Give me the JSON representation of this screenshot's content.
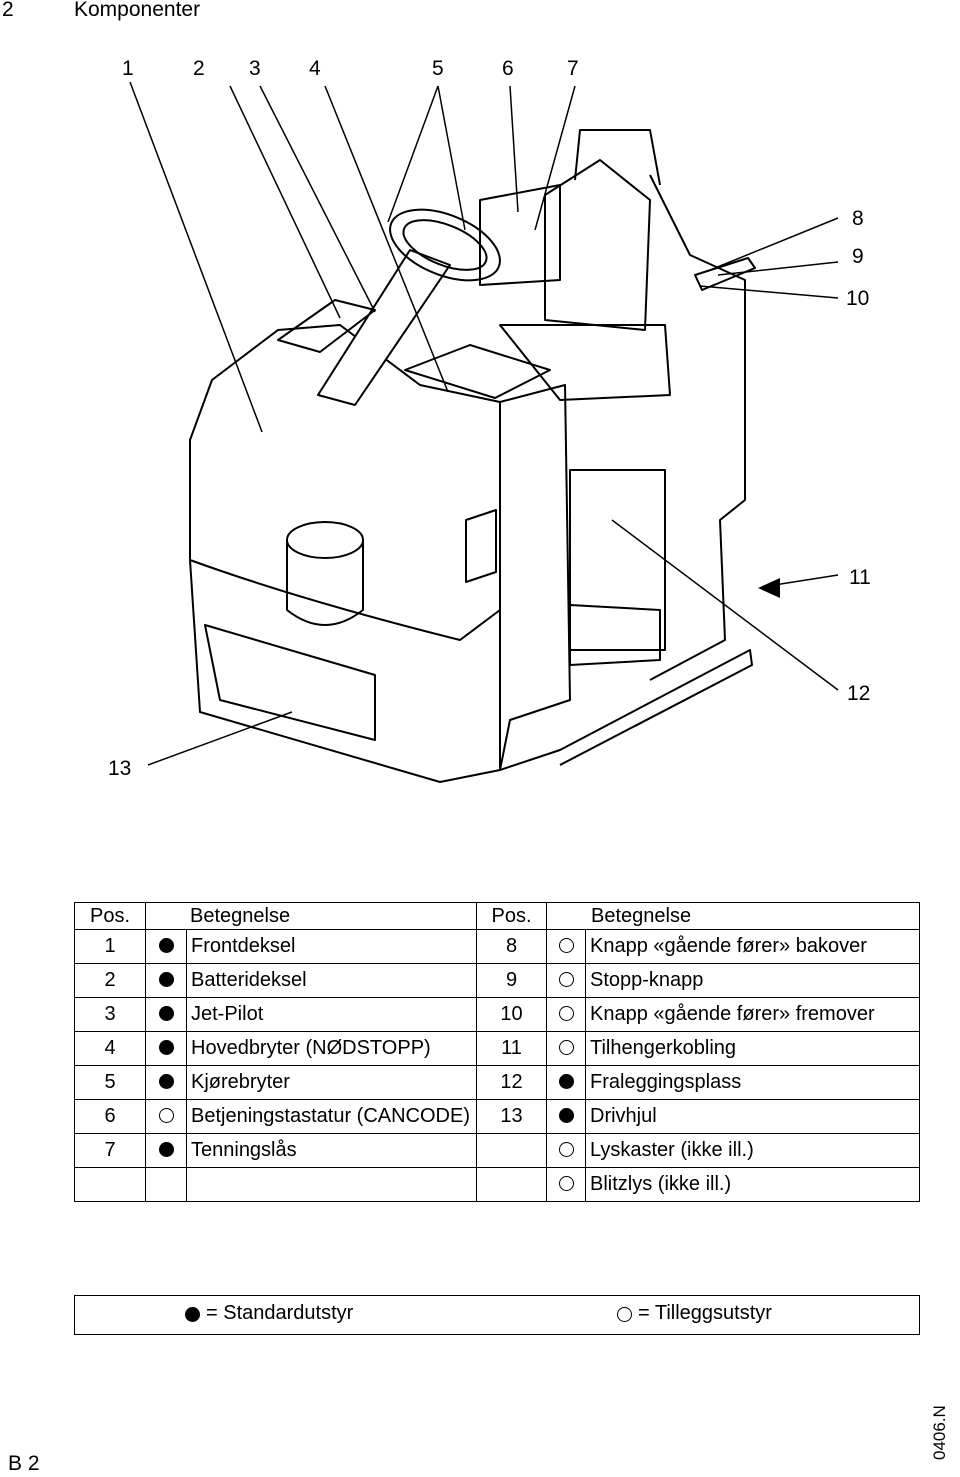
{
  "section": {
    "number": "2",
    "title": "Komponenter"
  },
  "figure": {
    "callouts": {
      "c1": "1",
      "c2": "2",
      "c3": "3",
      "c4": "4",
      "c5": "5",
      "c6": "6",
      "c7": "7",
      "c8": "8",
      "c9": "9",
      "c10": "10",
      "c11": "11",
      "c12": "12",
      "c13": "13"
    }
  },
  "table": {
    "headers": {
      "pos_left": "Pos.",
      "name_left": "Betegnelse",
      "pos_right": "Pos.",
      "name_right": "Betegnelse"
    },
    "rows": [
      {
        "lpos": "1",
        "lmark": "standard",
        "lname": "Frontdeksel",
        "rpos": "8",
        "rmark": "optional",
        "rname": "Knapp «gående fører» bakover"
      },
      {
        "lpos": "2",
        "lmark": "standard",
        "lname": "Batterideksel",
        "rpos": "9",
        "rmark": "optional",
        "rname": "Stopp-knapp"
      },
      {
        "lpos": "3",
        "lmark": "standard",
        "lname": "Jet-Pilot",
        "rpos": "10",
        "rmark": "optional",
        "rname": "Knapp «gående fører» fremover"
      },
      {
        "lpos": "4",
        "lmark": "standard",
        "lname": "Hovedbryter (NØDSTOPP)",
        "rpos": "11",
        "rmark": "optional",
        "rname": "Tilhengerkobling"
      },
      {
        "lpos": "5",
        "lmark": "standard",
        "lname": "Kjørebryter",
        "rpos": "12",
        "rmark": "standard",
        "rname": "Fraleggingsplass"
      },
      {
        "lpos": "6",
        "lmark": "optional",
        "lname": "Betjeningstastatur (CANCODE)",
        "rpos": "13",
        "rmark": "standard",
        "rname": "Drivhjul"
      },
      {
        "lpos": "7",
        "lmark": "standard",
        "lname": "Tenningslås",
        "rpos": "",
        "rmark": "optional",
        "rname": "Lyskaster (ikke ill.)"
      },
      {
        "lpos": "",
        "lmark": "",
        "lname": "",
        "rpos": "",
        "rmark": "optional",
        "rname": "Blitzlys (ikke ill.)"
      }
    ]
  },
  "key": {
    "standard": "= Standardutstyr",
    "optional": "= Tilleggsutstyr"
  },
  "footer": {
    "page": "B 2",
    "code": "0406.N"
  }
}
